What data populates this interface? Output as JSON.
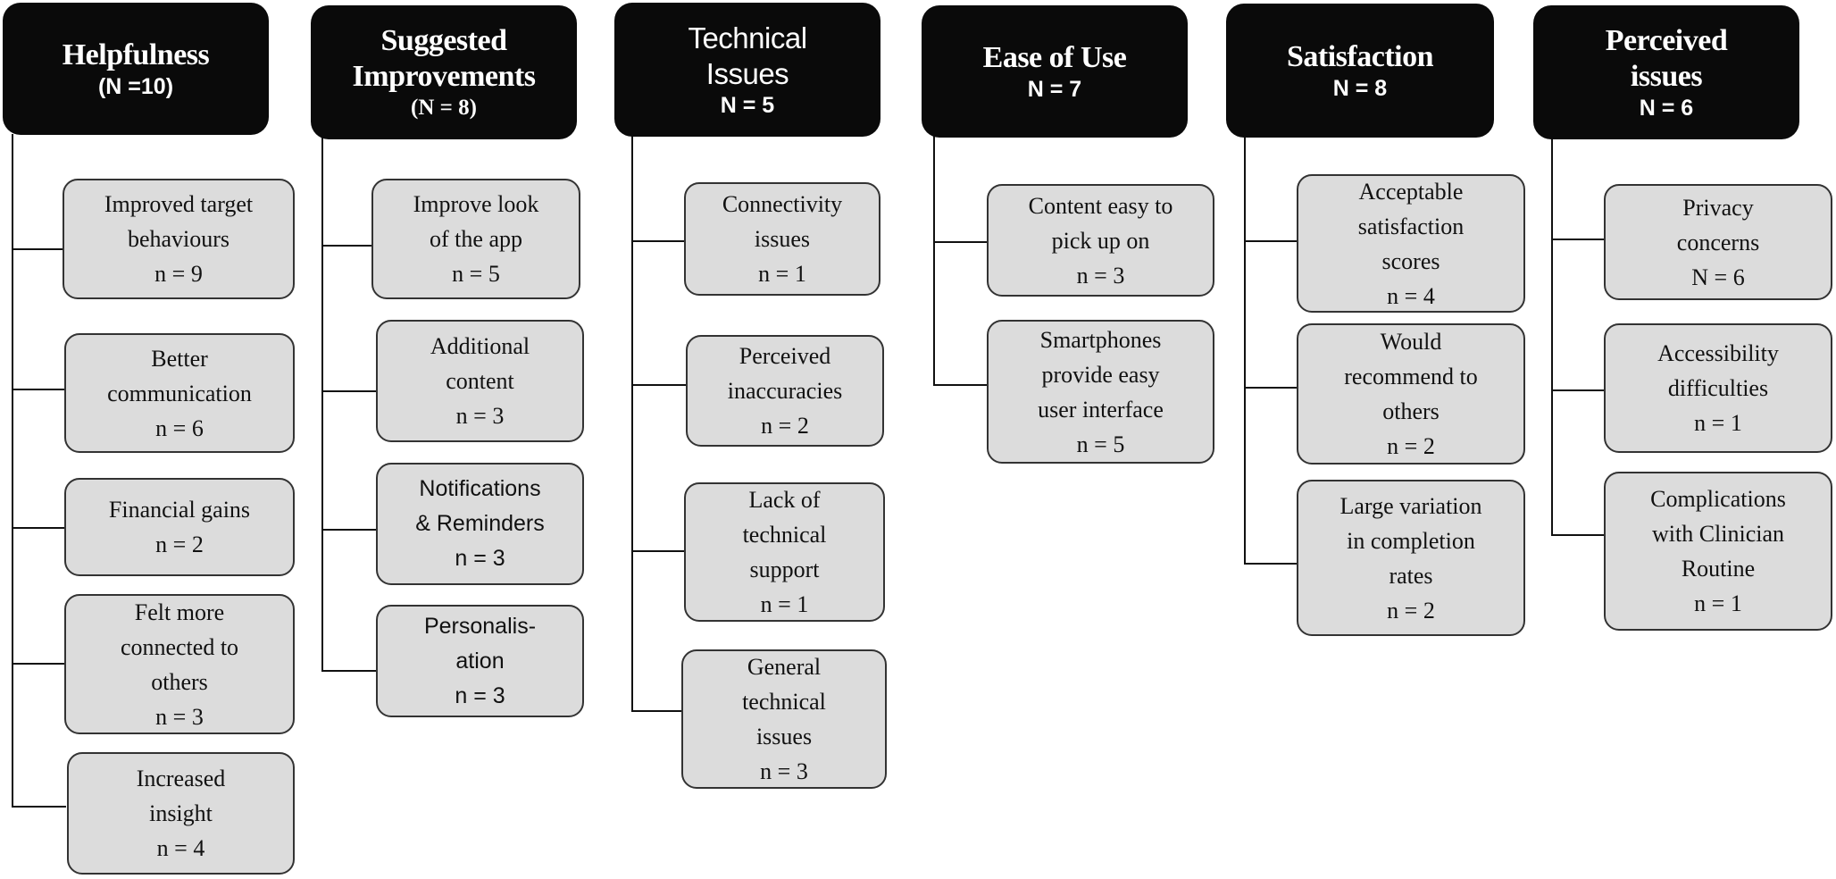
{
  "diagram": {
    "columns": [
      {
        "title": "Helpfulness",
        "count": "(N =10)",
        "items": [
          {
            "label": "Improved target\nbehaviours",
            "count": "n = 9"
          },
          {
            "label": "Better\ncommunication",
            "count": "n = 6"
          },
          {
            "label": "Financial gains",
            "count": "n = 2"
          },
          {
            "label": "Felt more\nconnected to\nothers",
            "count": "n = 3"
          },
          {
            "label": "Increased\ninsight",
            "count": "n = 4"
          }
        ]
      },
      {
        "title": "Suggested\nImprovements",
        "count": "(N = 8)",
        "items": [
          {
            "label": "Improve look\nof the app",
            "count": "n = 5"
          },
          {
            "label": "Additional\ncontent",
            "count": "n = 3"
          },
          {
            "label": "Notifications\n& Reminders",
            "count": "n = 3"
          },
          {
            "label": "Personalis-\nation",
            "count": "n = 3"
          }
        ]
      },
      {
        "title": "Technical\nIssues",
        "count": "N = 5",
        "items": [
          {
            "label": "Connectivity\nissues",
            "count": "n = 1"
          },
          {
            "label": "Perceived\ninaccuracies",
            "count": "n = 2"
          },
          {
            "label": "Lack of\ntechnical\nsupport",
            "count": "n = 1"
          },
          {
            "label": "General\ntechnical\nissues",
            "count": "n = 3"
          }
        ]
      },
      {
        "title": "Ease of Use",
        "count": "N = 7",
        "items": [
          {
            "label": "Content easy to\npick up on",
            "count": "n = 3"
          },
          {
            "label": "Smartphones\nprovide easy\nuser interface",
            "count": "n = 5"
          }
        ]
      },
      {
        "title": "Satisfaction",
        "count": "N = 8",
        "items": [
          {
            "label": "Acceptable\nsatisfaction\nscores",
            "count": "n = 4"
          },
          {
            "label": "Would\nrecommend to\nothers",
            "count": "n = 2"
          },
          {
            "label": "Large variation\nin completion\nrates",
            "count": "n = 2"
          }
        ]
      },
      {
        "title": "Perceived\nissues",
        "count": "N = 6",
        "items": [
          {
            "label": "Privacy\nconcerns",
            "count": "N = 6"
          },
          {
            "label": "Accessibility\ndifficulties",
            "count": "n = 1"
          },
          {
            "label": "Complications\nwith Clinician\nRoutine",
            "count": "n = 1"
          }
        ]
      }
    ]
  }
}
